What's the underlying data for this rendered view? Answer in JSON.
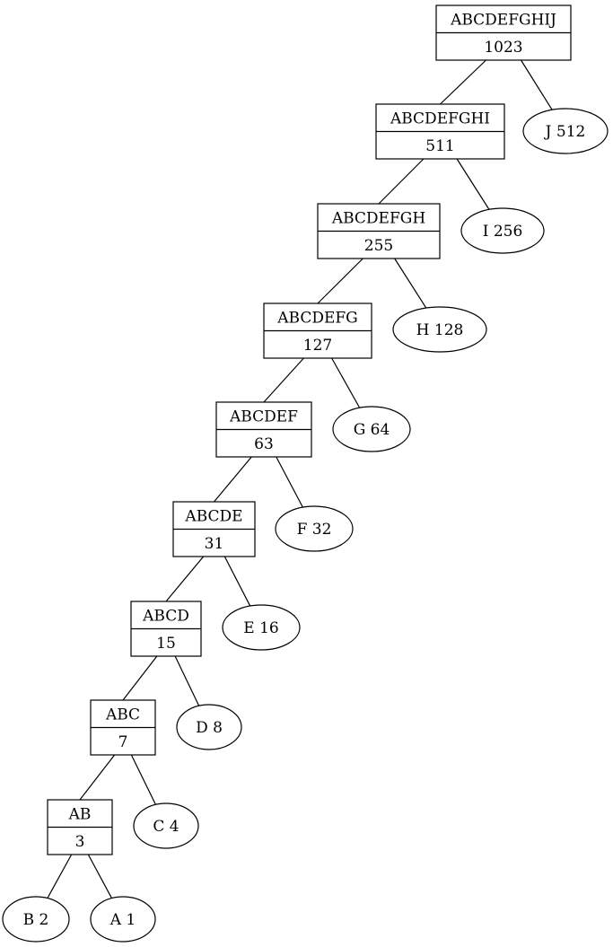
{
  "tree": {
    "internal_nodes": [
      {
        "id": "n1023",
        "label": "ABCDEFGHIJ",
        "value": "1023"
      },
      {
        "id": "n511",
        "label": "ABCDEFGHI",
        "value": "511"
      },
      {
        "id": "n255",
        "label": "ABCDEFGH",
        "value": "255"
      },
      {
        "id": "n127",
        "label": "ABCDEFG",
        "value": "127"
      },
      {
        "id": "n63",
        "label": "ABCDEF",
        "value": "63"
      },
      {
        "id": "n31",
        "label": "ABCDE",
        "value": "31"
      },
      {
        "id": "n15",
        "label": "ABCD",
        "value": "15"
      },
      {
        "id": "n7",
        "label": "ABC",
        "value": "7"
      },
      {
        "id": "n3",
        "label": "AB",
        "value": "3"
      }
    ],
    "leaf_nodes": [
      {
        "id": "J",
        "label": "J 512"
      },
      {
        "id": "I",
        "label": "I 256"
      },
      {
        "id": "H",
        "label": "H 128"
      },
      {
        "id": "G",
        "label": "G 64"
      },
      {
        "id": "F",
        "label": "F 32"
      },
      {
        "id": "E",
        "label": "E 16"
      },
      {
        "id": "D",
        "label": "D 8"
      },
      {
        "id": "C",
        "label": "C 4"
      },
      {
        "id": "B",
        "label": "B 2"
      },
      {
        "id": "A",
        "label": "A 1"
      }
    ],
    "edges": [
      [
        "n1023",
        "n511"
      ],
      [
        "n1023",
        "J"
      ],
      [
        "n511",
        "n255"
      ],
      [
        "n511",
        "I"
      ],
      [
        "n255",
        "n127"
      ],
      [
        "n255",
        "H"
      ],
      [
        "n127",
        "n63"
      ],
      [
        "n127",
        "G"
      ],
      [
        "n63",
        "n31"
      ],
      [
        "n63",
        "F"
      ],
      [
        "n31",
        "n15"
      ],
      [
        "n31",
        "E"
      ],
      [
        "n15",
        "n7"
      ],
      [
        "n15",
        "D"
      ],
      [
        "n7",
        "n3"
      ],
      [
        "n7",
        "C"
      ],
      [
        "n3",
        "B"
      ],
      [
        "n3",
        "A"
      ]
    ]
  }
}
